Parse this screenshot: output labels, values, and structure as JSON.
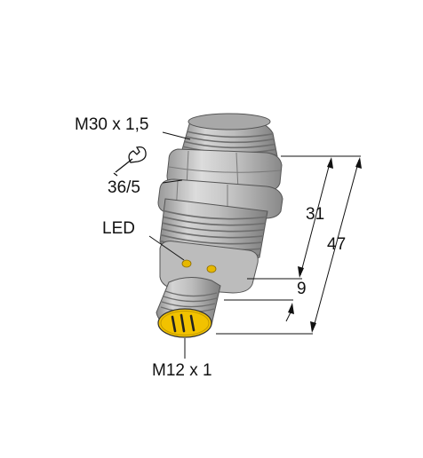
{
  "labels": {
    "thread": "M30 x 1,5",
    "wrench": "36/5",
    "led": "LED",
    "connector": "M12 x 1"
  },
  "dimensions": {
    "d31": "31",
    "d47": "47",
    "d9": "9"
  },
  "icons": {
    "wrench": "wrench-icon"
  },
  "colors": {
    "body_metal": "#b9b9b9",
    "body_dark": "#8f8f8f",
    "led": "#e6b800",
    "connector_face": "#f2c200",
    "pin": "#222222",
    "line": "#111111"
  }
}
